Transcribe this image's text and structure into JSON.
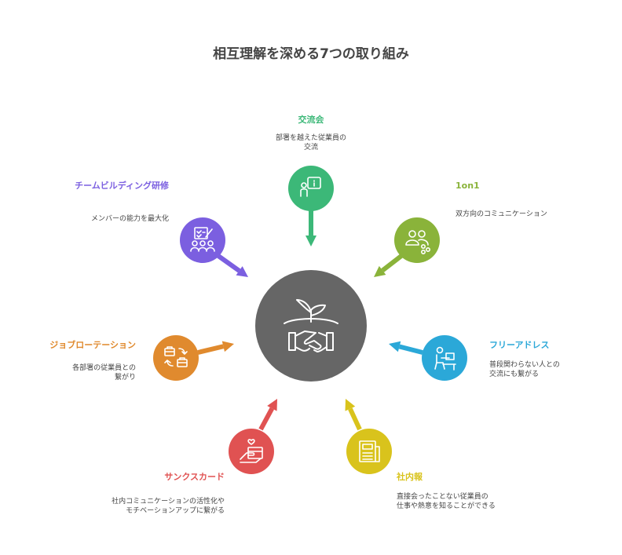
{
  "title": "相互理解を深める7つの取り組み",
  "center": {
    "color": "#666666",
    "icon": "plant-handshake-icon"
  },
  "items": [
    {
      "id": "koryukai",
      "label": "交流会",
      "desc": [
        "部署を越えた従業員の",
        "交流"
      ],
      "color": "#3cb878",
      "icon": "person-info-icon"
    },
    {
      "id": "1on1",
      "label": "1on1",
      "desc": [
        "双方向のコミュニケーション"
      ],
      "color": "#8ab33a",
      "icon": "two-people-share-icon"
    },
    {
      "id": "free-address",
      "label": "フリーアドレス",
      "desc": [
        "普段関わらない人との",
        "交流にも繋がる"
      ],
      "color": "#2ba8d8",
      "icon": "person-desk-icon"
    },
    {
      "id": "shanaiho",
      "label": "社内報",
      "desc": [
        "直接会ったことない従業員の",
        "仕事や熱意を知ることができる"
      ],
      "color": "#d9c31c",
      "icon": "newspaper-icon"
    },
    {
      "id": "thanks-card",
      "label": "サンクスカード",
      "desc": [
        "社内コミュニケーションの活性化や",
        "モチベーションアップに繋がる"
      ],
      "color": "#e05252",
      "icon": "hand-card-heart-icon"
    },
    {
      "id": "job-rotation",
      "label": "ジョブローテーション",
      "desc": [
        "各部署の従業員との",
        "繋がり"
      ],
      "color": "#e08a2e",
      "icon": "briefcase-rotate-icon"
    },
    {
      "id": "team-building",
      "label": "チームビルディング研修",
      "desc": [
        "メンバーの能力を最大化"
      ],
      "color": "#7b5fe0",
      "icon": "team-checklist-icon"
    }
  ]
}
